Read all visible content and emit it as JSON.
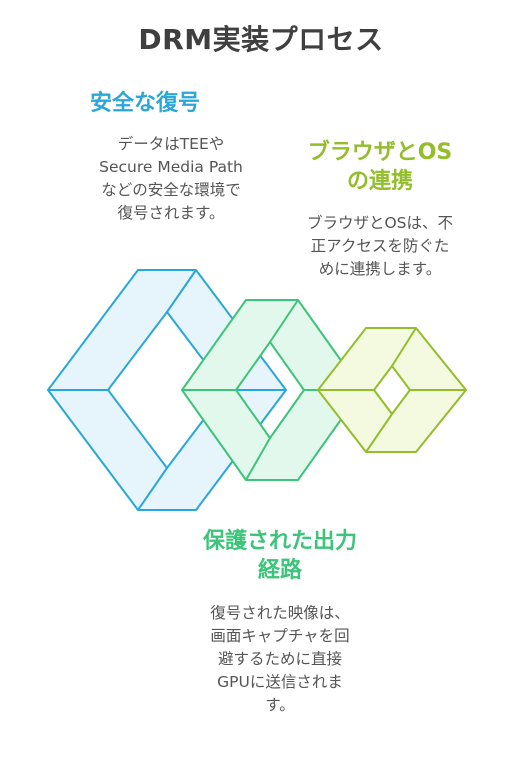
{
  "title": "DRM実装プロセス",
  "colors": {
    "blue": "#2aa7d8",
    "blue_fill": "#e6f5fc",
    "green": "#3cc47a",
    "green_fill": "#e3f8ec",
    "lime": "#93bd2b",
    "lime_fill": "#f3fadf",
    "heading_blue": "#2aa7d8",
    "heading_green": "#3cc47a",
    "heading_lime": "#93bd2b",
    "text": "#555555"
  },
  "sections": [
    {
      "heading_lines": [
        "安全な復号"
      ],
      "description_lines": [
        "データはTEEや",
        "Secure Media Path",
        "などの安全な環境で",
        "復号されます。"
      ]
    },
    {
      "heading_lines": [
        "ブラウザとOS",
        "の連携"
      ],
      "description_lines": [
        "ブラウザとOSは、不",
        "正アクセスを防ぐた",
        "めに連携します。"
      ]
    },
    {
      "heading_lines": [
        "保護された出力",
        "経路"
      ],
      "description_lines": [
        "復号された映像は、",
        "画面キャプチャを回",
        "避するために直接",
        "GPUに送信されま",
        "す。"
      ]
    }
  ]
}
